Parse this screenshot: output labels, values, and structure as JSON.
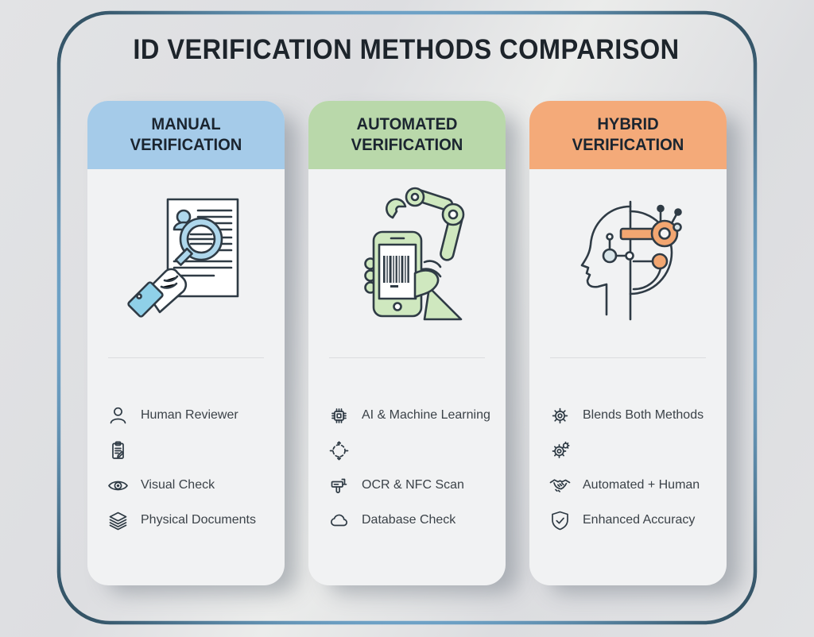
{
  "title": "ID VERIFICATION METHODS COMPARISON",
  "frame": {
    "edge_color": "#7fb2d6",
    "corner_color": "#2f4d5e"
  },
  "page_background": "#e0e1e3",
  "card_background": "#f1f2f3",
  "cards": [
    {
      "name": "manual",
      "title": "MANUAL VERIFICATION",
      "header_color": "#a5cbe9",
      "accent_color": "#8fd0e8",
      "illustration": "magnifier-over-document-held-by-hand",
      "features": [
        {
          "icon": "person-icon",
          "label": "Human Reviewer"
        },
        {
          "icon": "clipboard-icon",
          "label": ""
        },
        {
          "icon": "eye-icon",
          "label": "Visual Check"
        },
        {
          "icon": "layers-icon",
          "label": "Physical Documents"
        }
      ]
    },
    {
      "name": "automated",
      "title": "AUTOMATED VERIFICATION",
      "header_color": "#b9d8aa",
      "accent_color": "#cfe8bf",
      "illustration": "robot-arm-phone-barcode-scan",
      "features": [
        {
          "icon": "chip-icon",
          "label": "AI & Machine Learning"
        },
        {
          "icon": "scan-target-icon",
          "label": ""
        },
        {
          "icon": "barcode-scanner-icon",
          "label": "OCR & NFC Scan"
        },
        {
          "icon": "cloud-icon",
          "label": "Database Check"
        }
      ]
    },
    {
      "name": "hybrid",
      "title": "HYBRID VERIFICATION",
      "header_color": "#f4aa79",
      "accent_color": "#f2a671",
      "illustration": "half-human-half-machine-head-circuits",
      "features": [
        {
          "icon": "gear-icon",
          "label": "Blends Both Methods"
        },
        {
          "icon": "gears-icon",
          "label": ""
        },
        {
          "icon": "handshake-icon",
          "label": "Automated + Human"
        },
        {
          "icon": "shield-check-icon",
          "label": "Enhanced Accuracy"
        }
      ]
    }
  ]
}
